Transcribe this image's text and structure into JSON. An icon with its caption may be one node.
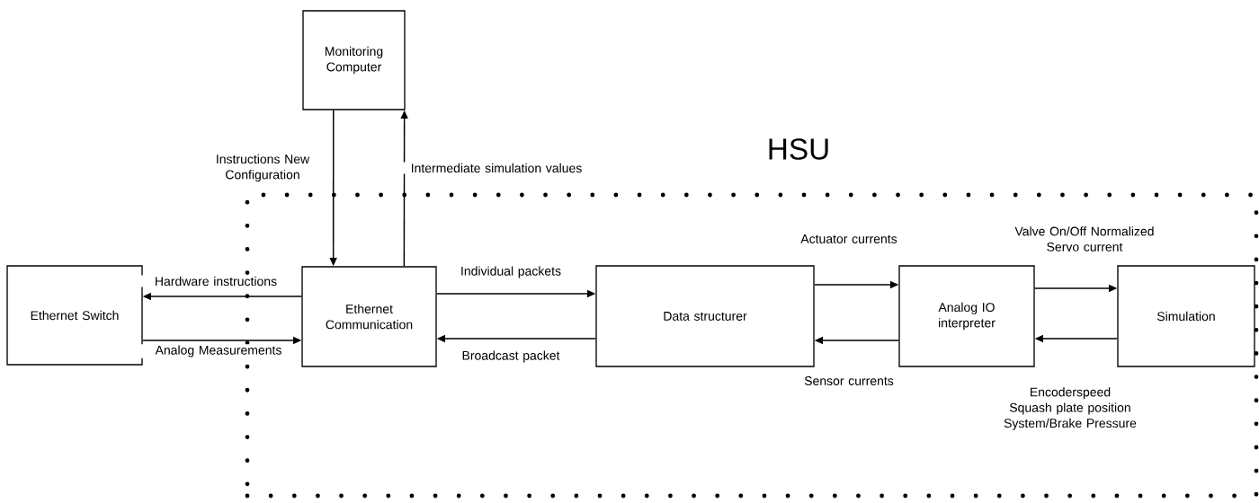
{
  "diagram": {
    "nodes": [
      {
        "text": [
          "Monitoring Computer"
        ]
      },
      {
        "text": [
          "HSU"
        ]
      },
      {
        "text": [
          "Ethernet Switch"
        ]
      },
      {
        "text": [
          "Ethernet Communication"
        ],
        "in": 1
      },
      {
        "text": [
          "Data structurer"
        ],
        "in": 1
      },
      {
        "text": [
          "Analog IO interpreter"
        ],
        "in": 1
      },
      {
        "text": [
          "Simulation"
        ],
        "in": 1
      }
    ],
    "edges": [
      {
        "from": 0,
        "to": 3,
        "arrow": "to",
        "label": "Instructions New Configuration"
      },
      {
        "from": 3,
        "to": 0,
        "arrow": "to",
        "label": "Intermediate simulation values"
      },
      {
        "from": 3,
        "to": 2,
        "arrow": "to",
        "label": "Hardware instructions"
      },
      {
        "from": 2,
        "to": 3,
        "arrow": "to",
        "label": "Analog Measurements"
      },
      {
        "from": 3,
        "to": 4,
        "arrow": "to",
        "label": "Individual packets"
      },
      {
        "from": 4,
        "to": 3,
        "arrow": "to",
        "label": "Broadcast packet"
      },
      {
        "from": 4,
        "to": 5,
        "arrow": "to",
        "label": "Actuator currents"
      },
      {
        "from": 5,
        "to": 4,
        "arrow": "to",
        "label": "Sensor currents"
      },
      {
        "from": 5,
        "to": 6,
        "arrow": "to",
        "label": "Valve On/Off Normalized Servo current"
      },
      {
        "from": 6,
        "to": 5,
        "arrow": "to",
        "label": "Encoderspeed Squash plate position System/Brake Pressure"
      }
    ]
  }
}
